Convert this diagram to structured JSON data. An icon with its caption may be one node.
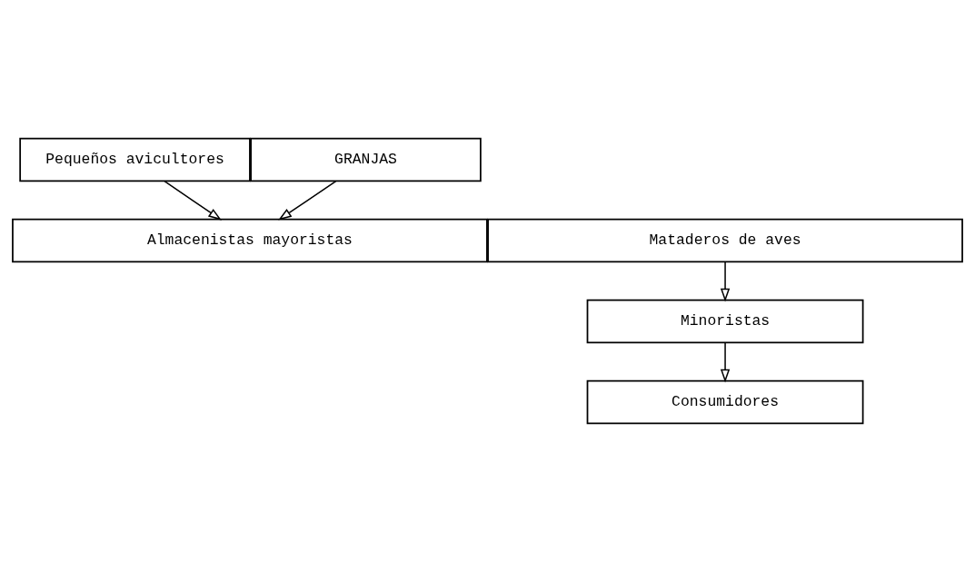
{
  "diagram": {
    "nodes": [
      {
        "text": [
          "Pequeños avicultores"
        ]
      },
      {
        "text": [
          "GRANJAS"
        ]
      },
      {
        "text": [
          "Almacenistas mayoristas"
        ]
      },
      {
        "text": [
          "Mataderos de aves"
        ]
      },
      {
        "text": [
          "Minoristas"
        ]
      },
      {
        "text": [
          "Consumidores"
        ]
      }
    ],
    "edges": [
      {
        "from": 0,
        "to": 2,
        "arrow": "to"
      },
      {
        "from": 1,
        "to": 2,
        "arrow": "to"
      },
      {
        "from": 3,
        "to": 4,
        "arrow": "to"
      },
      {
        "from": 4,
        "to": 5,
        "arrow": "to"
      }
    ]
  }
}
